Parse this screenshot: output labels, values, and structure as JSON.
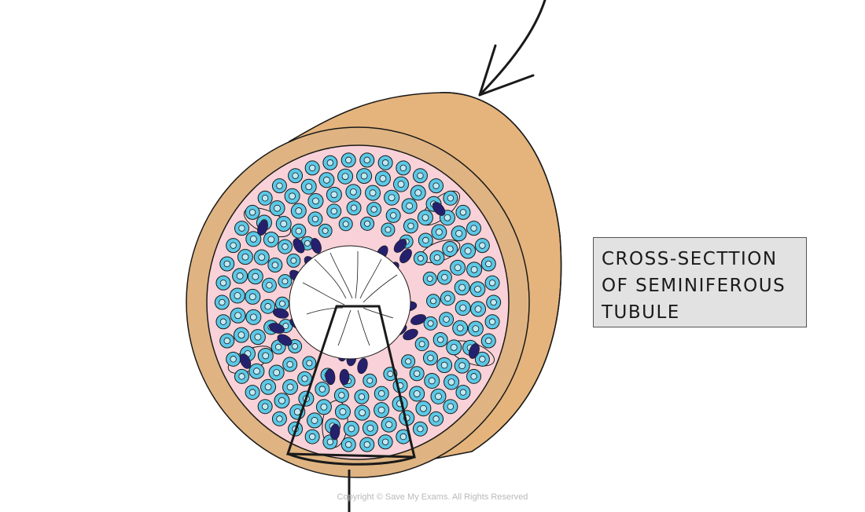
{
  "label": {
    "lines": [
      "CROSS-SECTTION",
      "OF SEMINIFEROUS",
      "TUBULE"
    ]
  },
  "copyright": "Copyright © Save My Exams. All Rights Reserved",
  "colors": {
    "tubule_wall": "#dfb482",
    "tubule_side": "#e5b47c",
    "interior": "#f8d2d8",
    "lumen": "#ffffff",
    "spermatogonia": "#5bc8e6",
    "nucleus_dark": "#25206e",
    "outline": "#1a1a1a",
    "label_bg": "#e2e2e2"
  }
}
